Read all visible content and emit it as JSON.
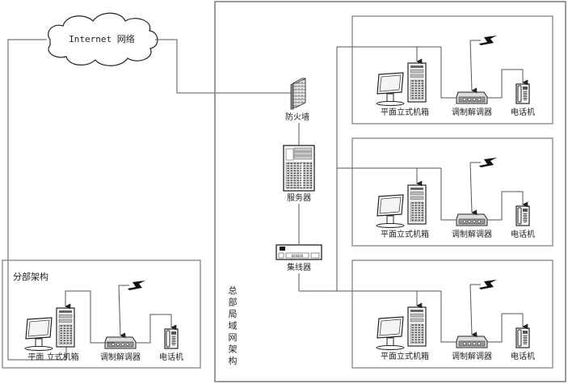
{
  "diagram": {
    "internet": {
      "label": "Internet 网络"
    },
    "headquarters": {
      "label": "总部局域网架构",
      "firewall": {
        "label": "防火墙",
        "icon": "firewall-icon"
      },
      "server": {
        "label": "服务器",
        "icon": "server-icon"
      },
      "hub": {
        "label": "集线器",
        "icon": "hub-icon"
      },
      "units": [
        {
          "pc_label": "平面立式机箱",
          "modem_label": "调制解调器",
          "phone_label": "电话机"
        },
        {
          "pc_label": "平面立式机箱",
          "modem_label": "调制解调器",
          "phone_label": "电话机"
        },
        {
          "pc_label": "平面立式机箱",
          "modem_label": "调制解调器",
          "phone_label": "电话机"
        }
      ]
    },
    "branch": {
      "label": "分部架构",
      "unit": {
        "pc_label": "平面 立式机箱",
        "modem_label": "调制解调器",
        "phone_label": "电话机"
      }
    }
  },
  "colors": {
    "line": "#555555",
    "box_border": "#7a7a7a",
    "icon_fill": "#cfcfcf",
    "icon_dark": "#333333"
  }
}
